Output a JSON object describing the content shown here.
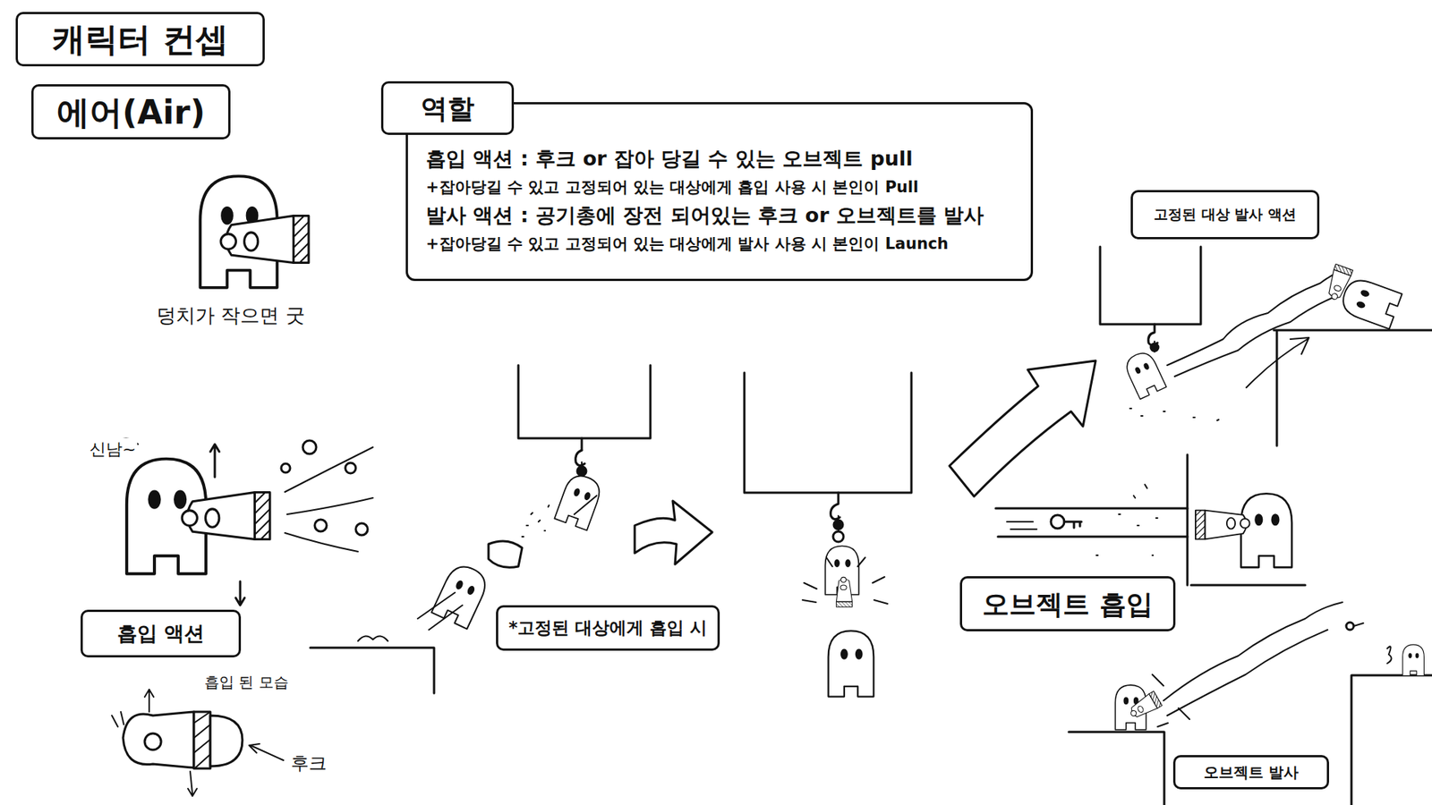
{
  "diagram": {
    "title": "캐릭터 컨셉",
    "nodes": [
      {
        "text": [
          "에어(Air)"
        ]
      },
      {
        "text": [
          "역할"
        ]
      },
      {
        "text": [
          "흡입 액션 : 후크 or 잡아 당길 수 있는 오브젝트 pull",
          "+잡아당길 수 있고 고정되어 있는 대상에게 흡입 사용 시 본인이 Pull",
          "발사 액션 : 공기총에 장전 되어있는 후크 or 오브젝트를 발사",
          "+잡아당길 수 있고 고정되어 있는 대상에게 발사 사용 시 본인이 Launch"
        ]
      },
      {
        "text": [
          "고정된 대상 발사 액션"
        ]
      },
      {
        "text": [
          "오브젝트 흡입"
        ]
      },
      {
        "text": [
          "*고정된 대상에게 흡입 시"
        ]
      },
      {
        "text": [
          "흡입 액션"
        ]
      },
      {
        "text": [
          "오브젝트 발사"
        ]
      }
    ],
    "labels": [
      "덩치가 작으면 굿",
      "신남~",
      "흡입 된 모습",
      "후크"
    ]
  }
}
